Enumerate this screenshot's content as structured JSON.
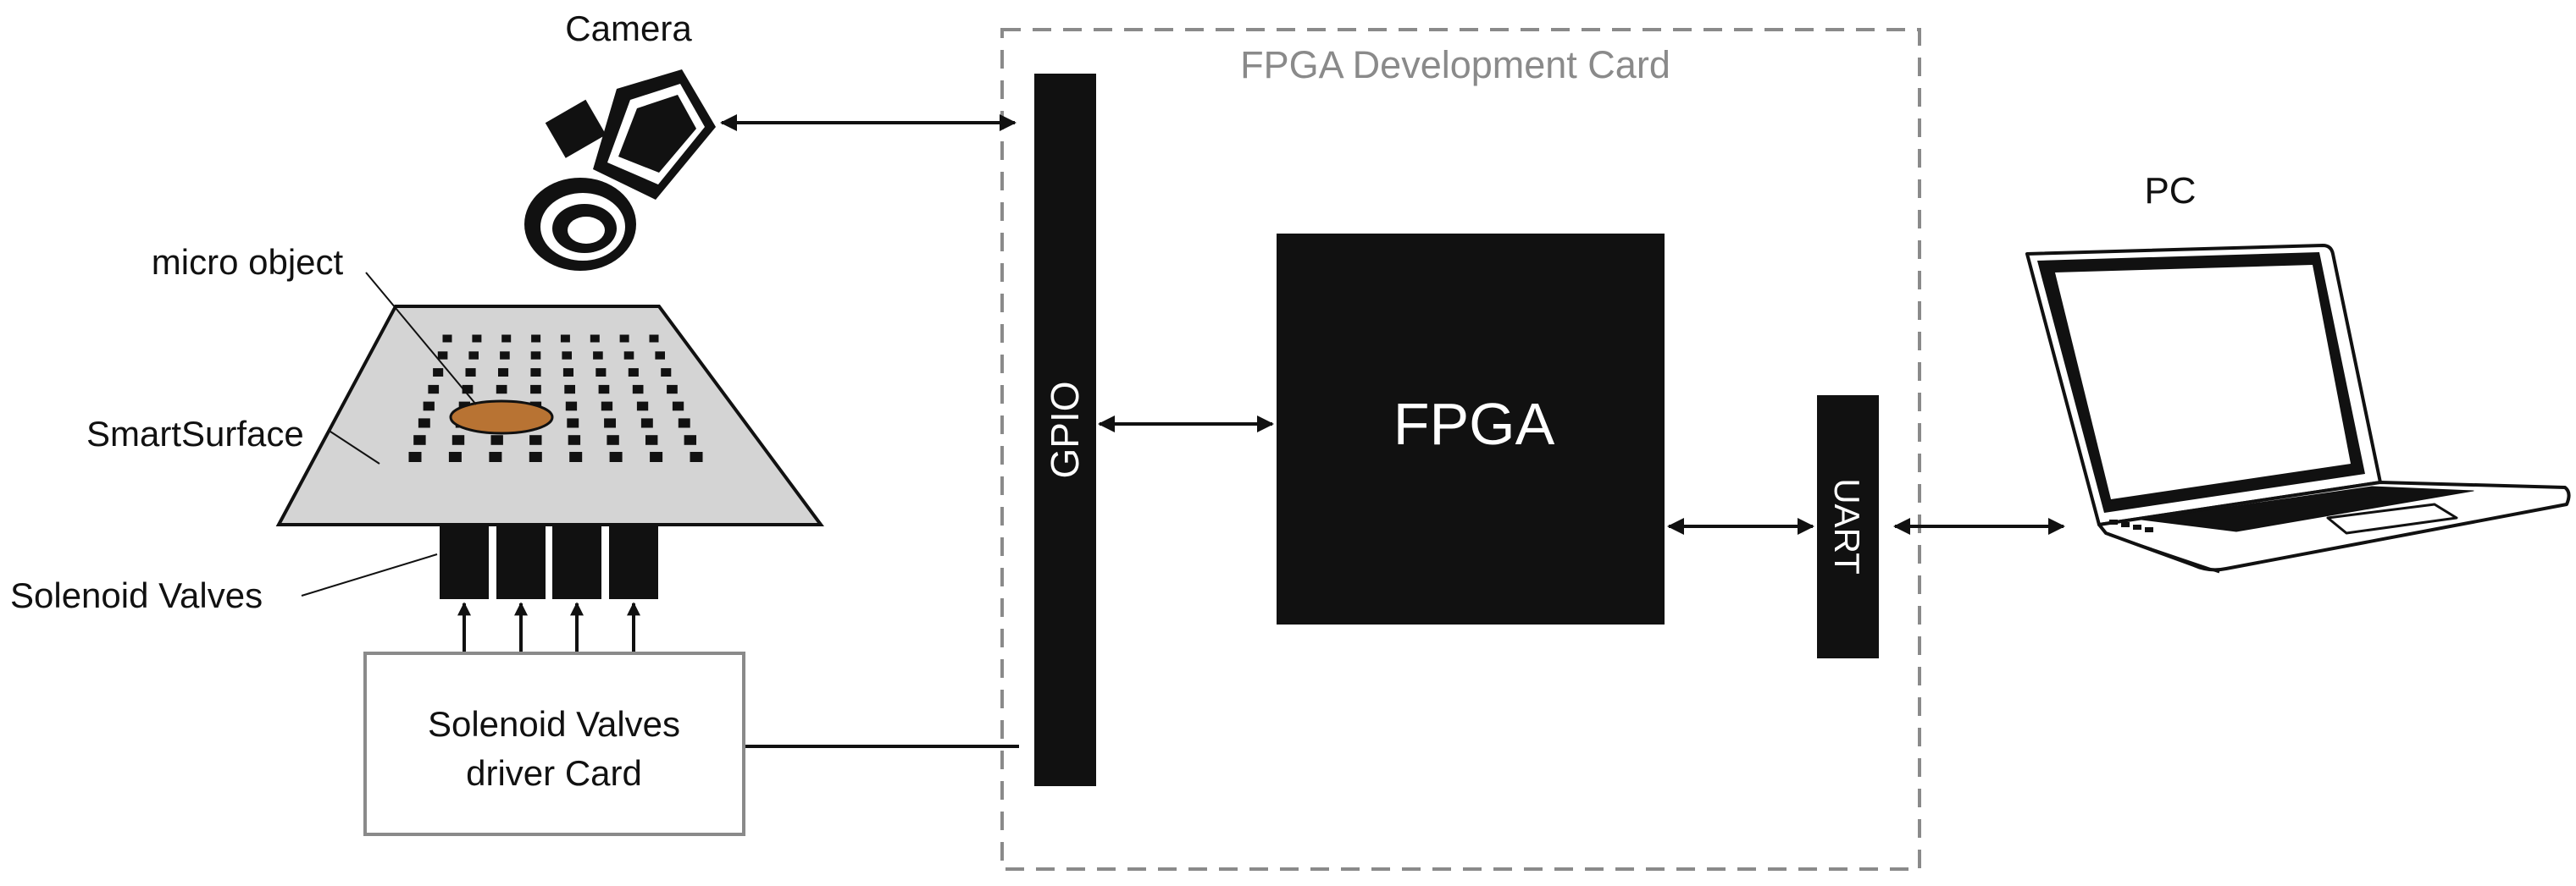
{
  "labels": {
    "camera": "Camera",
    "fpga_card": "FPGA Development Card",
    "pc": "PC",
    "micro_object": "micro object",
    "smart_surface": "SmartSurface",
    "solenoid_valves": "Solenoid Valves",
    "driver_card_line1": "Solenoid Valves",
    "driver_card_line2": "driver Card",
    "gpio": "GPIO",
    "fpga": "FPGA",
    "uart": "UART"
  },
  "colors": {
    "ink": "#111111",
    "card_border": "#8a8a8a",
    "card_label": "#8a8a8a",
    "surface_fill": "#d4d4d4",
    "micro_object_fill": "#b87333"
  },
  "icons": {
    "camera": "camera-icon",
    "pc": "laptop-icon"
  }
}
